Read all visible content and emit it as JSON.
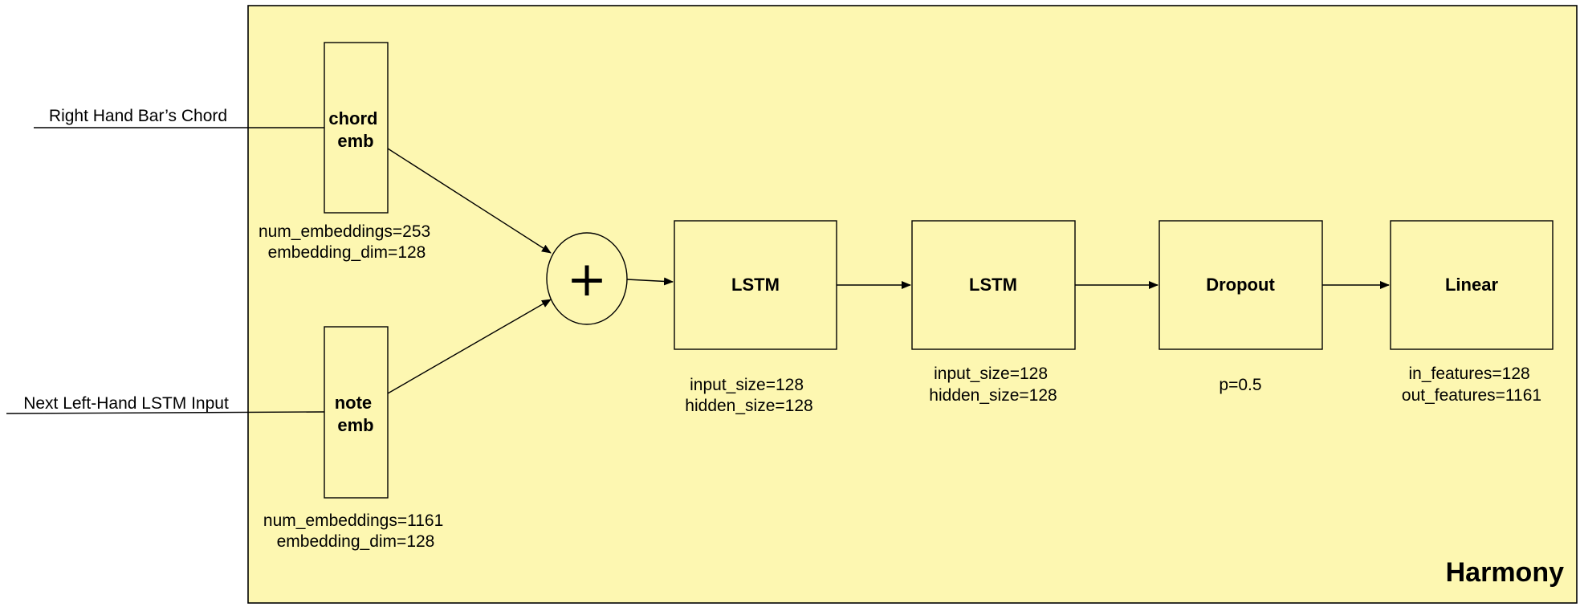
{
  "diagram": {
    "title": "Harmony",
    "colors": {
      "panel_fill": "#fdf7b1",
      "stroke": "#000000"
    },
    "inputs": {
      "chord": "Right Hand Bar’s Chord",
      "note": "Next Left-Hand LSTM Input"
    },
    "chord_emb": {
      "label": [
        "chord",
        "emb"
      ],
      "params": [
        "num_embeddings=253",
        "embedding_dim=128"
      ]
    },
    "note_emb": {
      "label": [
        "note",
        "emb"
      ],
      "params": [
        "num_embeddings=1161",
        "embedding_dim=128"
      ]
    },
    "adder": {
      "symbol": "+"
    },
    "lstm1": {
      "label": "LSTM",
      "params": [
        "input_size=128",
        "hidden_size=128"
      ]
    },
    "lstm2": {
      "label": "LSTM",
      "params": [
        "input_size=128",
        "hidden_size=128"
      ]
    },
    "dropout": {
      "label": "Dropout",
      "params": [
        "p=0.5"
      ]
    },
    "linear": {
      "label": "Linear",
      "params": [
        "in_features=128",
        "out_features=1161"
      ]
    }
  }
}
